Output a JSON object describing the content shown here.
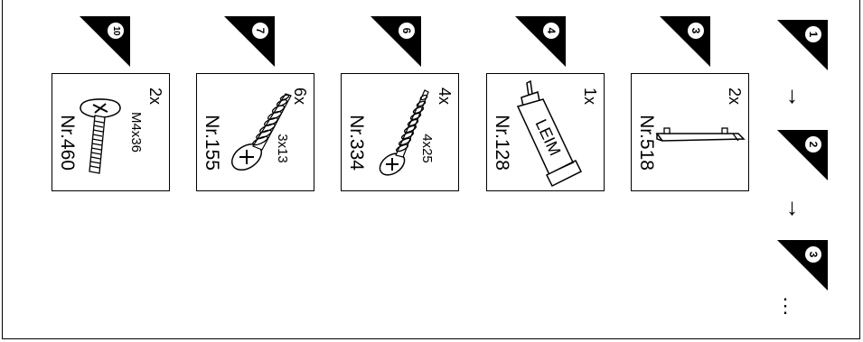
{
  "parts": [
    {
      "step": "10",
      "qty": "2x",
      "nr": "Nr.460",
      "size": "M4x36",
      "kind": "bolt"
    },
    {
      "step": "7",
      "qty": "6x",
      "nr": "Nr.155",
      "size": "3x13",
      "kind": "wood-screw-long"
    },
    {
      "step": "6",
      "qty": "4x",
      "nr": "Nr.334",
      "size": "4x25",
      "kind": "wood-screw"
    },
    {
      "step": "4",
      "qty": "1x",
      "nr": "Nr.128",
      "size": "LEIM",
      "kind": "glue-tube"
    },
    {
      "step": "3",
      "qty": "2x",
      "nr": "Nr.518",
      "size": "",
      "kind": "bracket"
    }
  ],
  "sequence": {
    "steps": [
      "1",
      "2",
      "3"
    ],
    "arrow": "↓",
    "ellipsis": "⋮"
  }
}
